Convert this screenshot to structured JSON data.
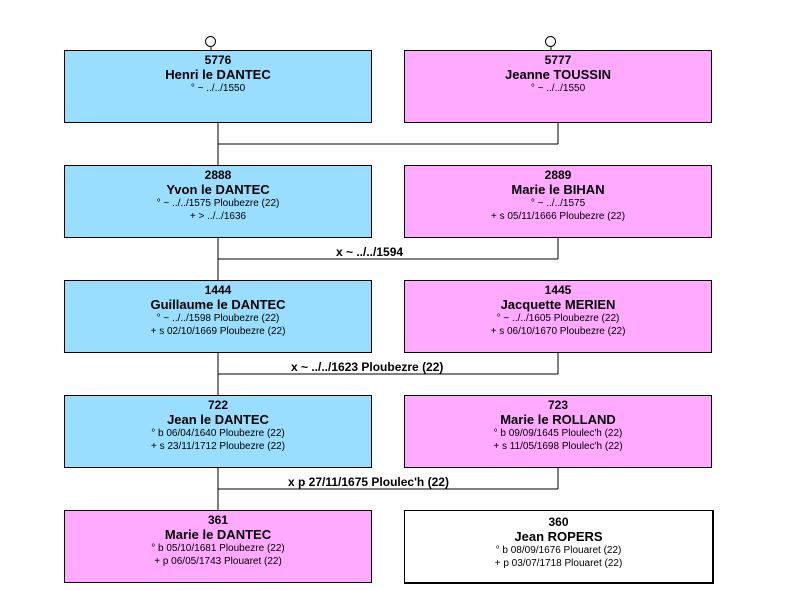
{
  "people": {
    "p5776": {
      "num": "5776",
      "name": "Henri le DANTEC",
      "lines": [
        "° ~ ../../1550"
      ]
    },
    "p5777": {
      "num": "5777",
      "name": "Jeanne TOUSSIN",
      "lines": [
        "° ~ ../../1550"
      ]
    },
    "p2888": {
      "num": "2888",
      "name": "Yvon le DANTEC",
      "lines": [
        "° ~ ../../1575 Ploubezre (22)",
        "+ > ../../1636"
      ]
    },
    "p2889": {
      "num": "2889",
      "name": "Marie le BIHAN",
      "lines": [
        "° ~ ../../1575",
        "+ s 05/11/1666 Ploubezre (22)"
      ]
    },
    "p1444": {
      "num": "1444",
      "name": "Guillaume le DANTEC",
      "lines": [
        "° ~ ../../1598 Ploubezre (22)",
        "+ s 02/10/1669 Ploubezre (22)"
      ]
    },
    "p1445": {
      "num": "1445",
      "name": "Jacquette MERIEN",
      "lines": [
        "° ~ ../../1605 Ploubezre (22)",
        "+ s 06/10/1670 Ploubezre (22)"
      ]
    },
    "p722": {
      "num": "722",
      "name": "Jean le DANTEC",
      "lines": [
        "° b 06/04/1640 Ploubezre (22)",
        "+ s 23/11/1712 Ploubezre (22)"
      ]
    },
    "p723": {
      "num": "723",
      "name": "Marie le ROLLAND",
      "lines": [
        "° b 09/09/1645 Ploulec'h (22)",
        "+ s 11/05/1698 Ploulec'h (22)"
      ]
    },
    "p361": {
      "num": "361",
      "name": "Marie le DANTEC",
      "lines": [
        "° b 05/10/1681 Ploubezre (22)",
        "+ p 06/05/1743 Plouaret (22)"
      ]
    },
    "p360": {
      "num": "360",
      "name": "Jean ROPERS",
      "lines": [
        "° b 08/09/1676 Plouaret (22)",
        "+ p 03/07/1718 Plouaret (22)"
      ]
    }
  },
  "marriages": {
    "m1": "x ~ ../../1594",
    "m2": "x ~ ../../1623 Ploubezre (22)",
    "m3": "x p 27/11/1675 Ploulec'h (22)"
  },
  "colors": {
    "male": "#99ddff",
    "female": "#ffaaff",
    "line": "#000000"
  }
}
